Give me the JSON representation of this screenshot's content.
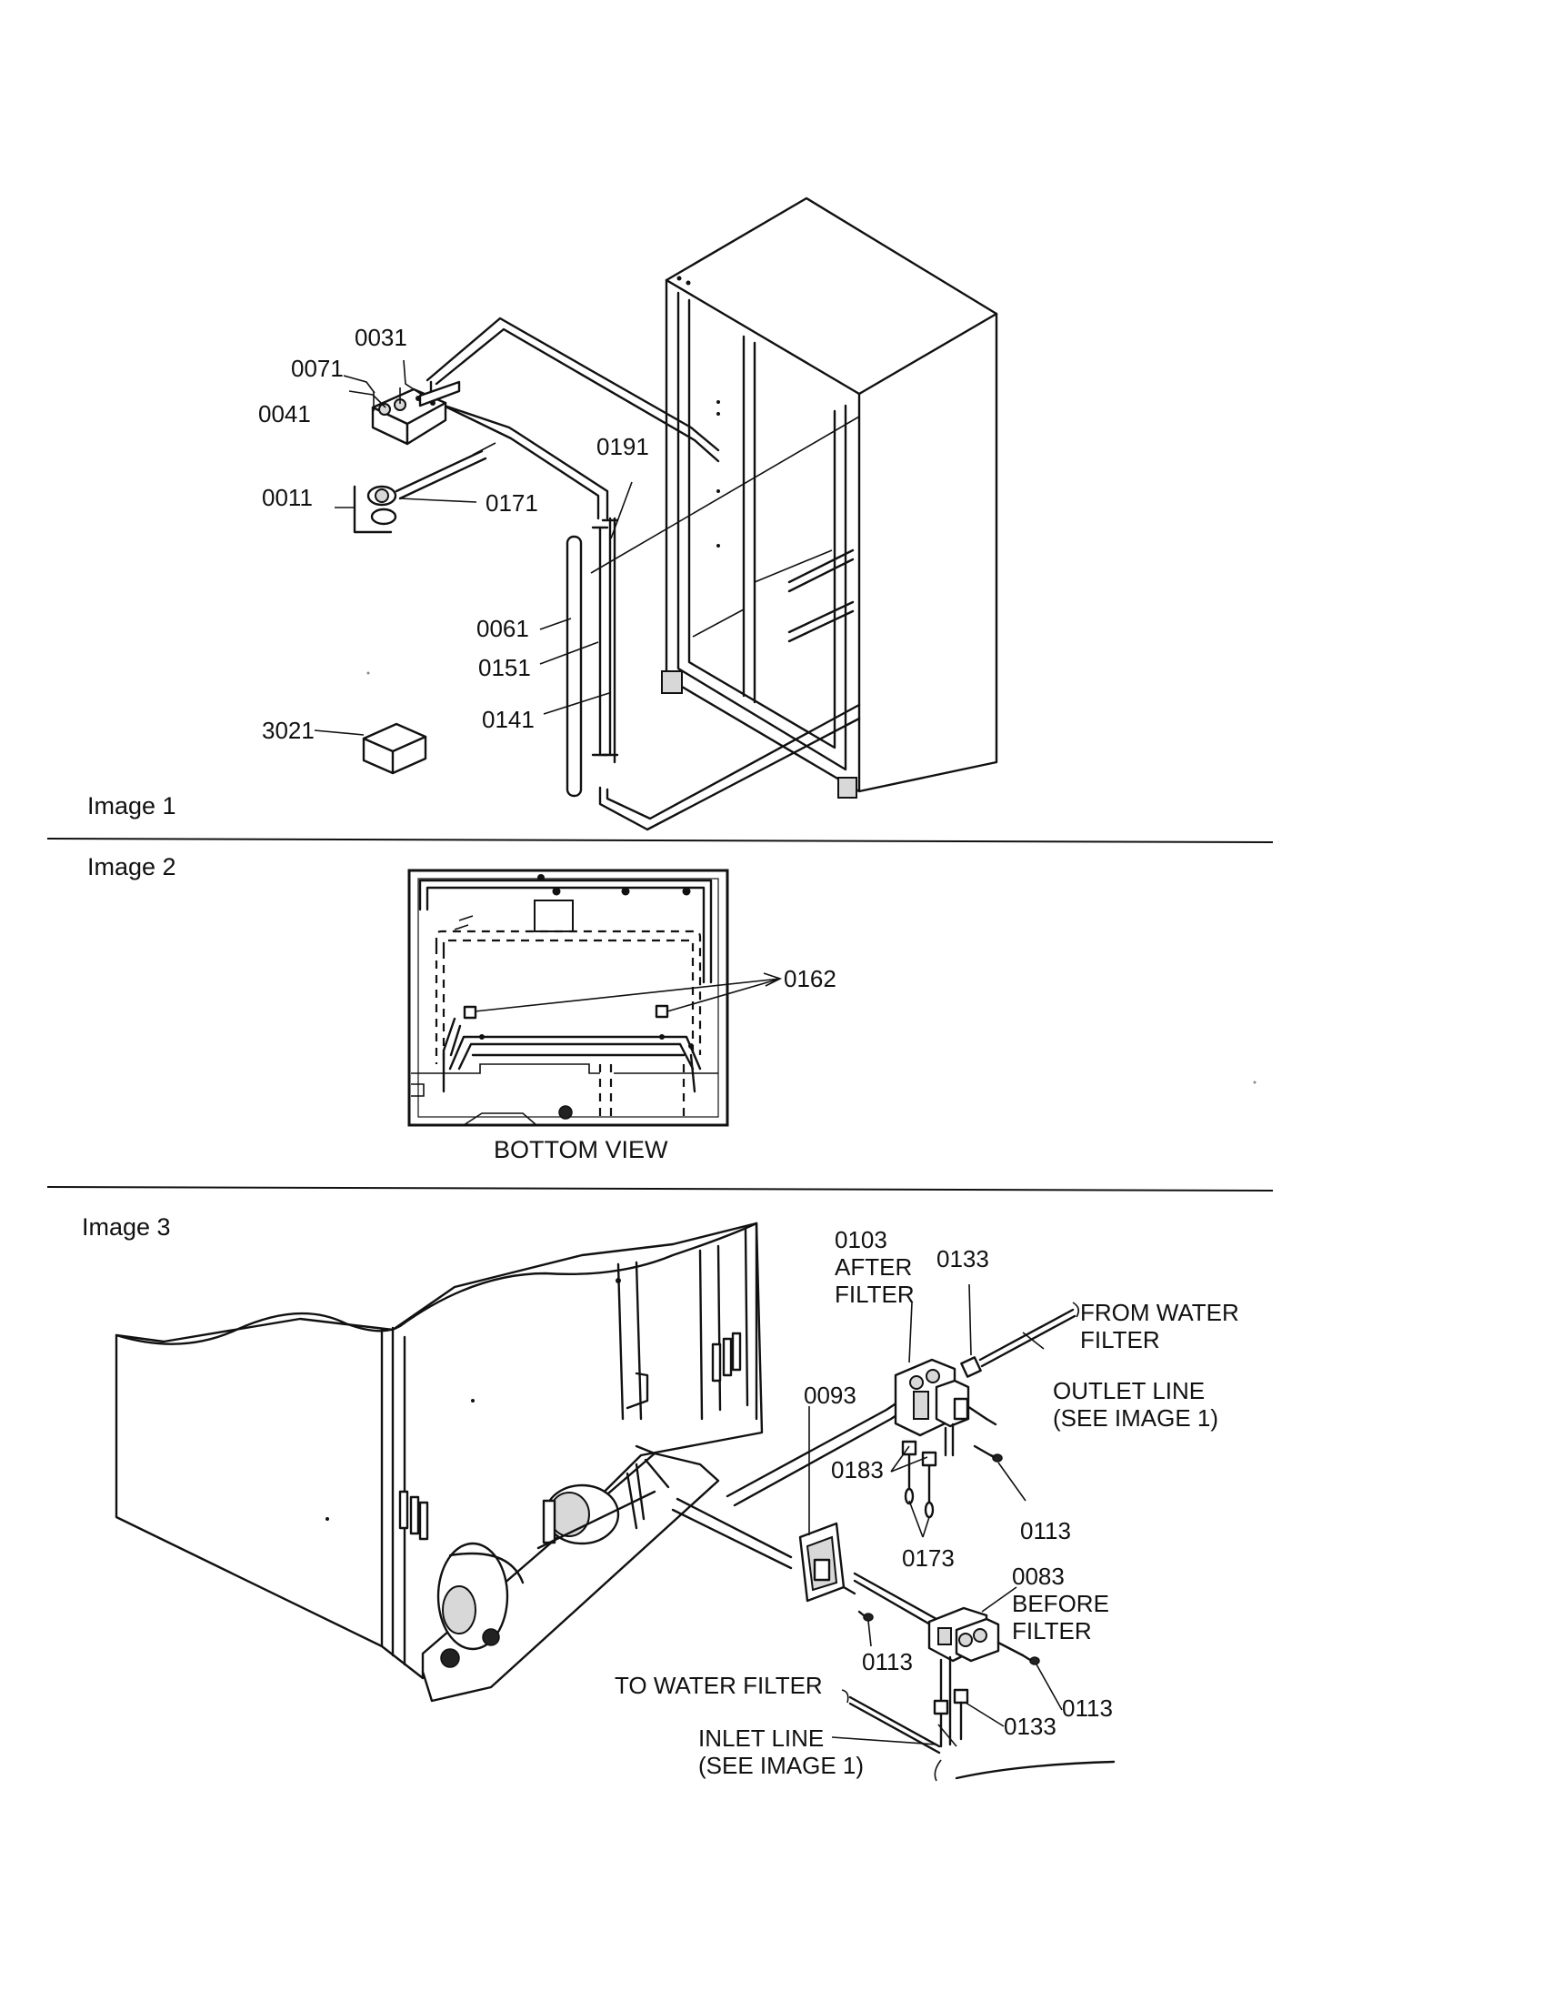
{
  "sections": {
    "image1": "Image 1",
    "image2": "Image 2",
    "image3": "Image 3",
    "bottom_view": "BOTTOM VIEW"
  },
  "image1_callouts": {
    "p0031": "0031",
    "p0071": "0071",
    "p0041": "0041",
    "p0011": "0011",
    "p0171": "0171",
    "p0191": "0191",
    "p0061": "0061",
    "p0151": "0151",
    "p0141": "0141",
    "p3021": "3021"
  },
  "image2_callouts": {
    "p0162": "0162"
  },
  "image3_callouts": {
    "p0103": "0103",
    "after_filter": "AFTER",
    "after_filter2": "FILTER",
    "p0133_top": "0133",
    "from_water_1": "FROM WATER",
    "from_water_2": "FILTER",
    "outlet_1": "OUTLET LINE",
    "outlet_2": "(SEE IMAGE 1)",
    "p0093": "0093",
    "p0183": "0183",
    "p0113_right": "0113",
    "p0173": "0173",
    "p0083": "0083",
    "before_filter": "BEFORE",
    "before_filter2": "FILTER",
    "p0113_left": "0113",
    "to_water_filter": "TO WATER FILTER",
    "p0113_bottom": "0113",
    "p0133_bottom": "0133",
    "inlet_1": "INLET LINE",
    "inlet_2": "(SEE IMAGE 1)"
  }
}
